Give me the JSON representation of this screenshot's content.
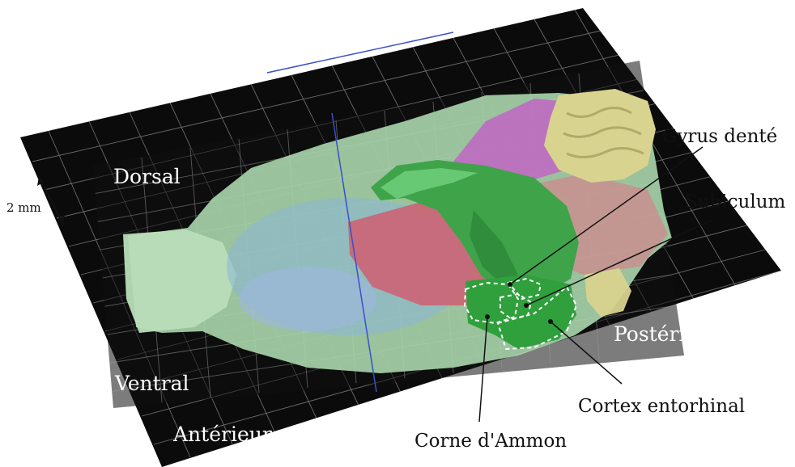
{
  "labels": {
    "dorsal": "Dorsal",
    "ventral": "Ventral",
    "anterior": "Antérieur",
    "posterior": "Postérieur",
    "scale": "2 mm",
    "gyrus": "Gyrus denté",
    "subiculum": "Subiculum",
    "entorhinal": "Cortex entorhinal",
    "ammon": "Corne d'Ammon"
  },
  "colors": {
    "plane": "#0b0b0b",
    "grid": "#8c8c8c",
    "axis_line": "#3a50c8",
    "brain_base": "#a9d6ad",
    "hippocampus": "#3fa34a",
    "thalamus": "#cf5e72",
    "cortex_purple": "#c06ac2",
    "cerebellum": "#d8d38e",
    "striatum": "#8cb7d8"
  }
}
